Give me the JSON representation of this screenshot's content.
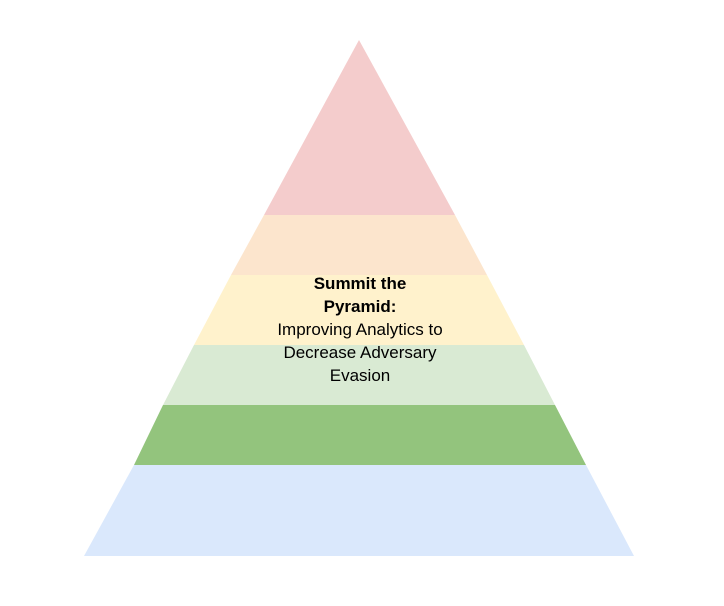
{
  "diagram": {
    "title_bold": "Summit the Pyramid:",
    "title_subtitle": "Improving Analytics to Decrease Adversary Evasion",
    "tiers": [
      {
        "id": "tier-1",
        "color": "#f4cccc"
      },
      {
        "id": "tier-2",
        "color": "#fce5cd"
      },
      {
        "id": "tier-3",
        "color": "#fff2cc"
      },
      {
        "id": "tier-4",
        "color": "#d9ead3"
      },
      {
        "id": "tier-5",
        "color": "#93c47d"
      },
      {
        "id": "tier-6",
        "color": "#dae8fc"
      }
    ]
  }
}
